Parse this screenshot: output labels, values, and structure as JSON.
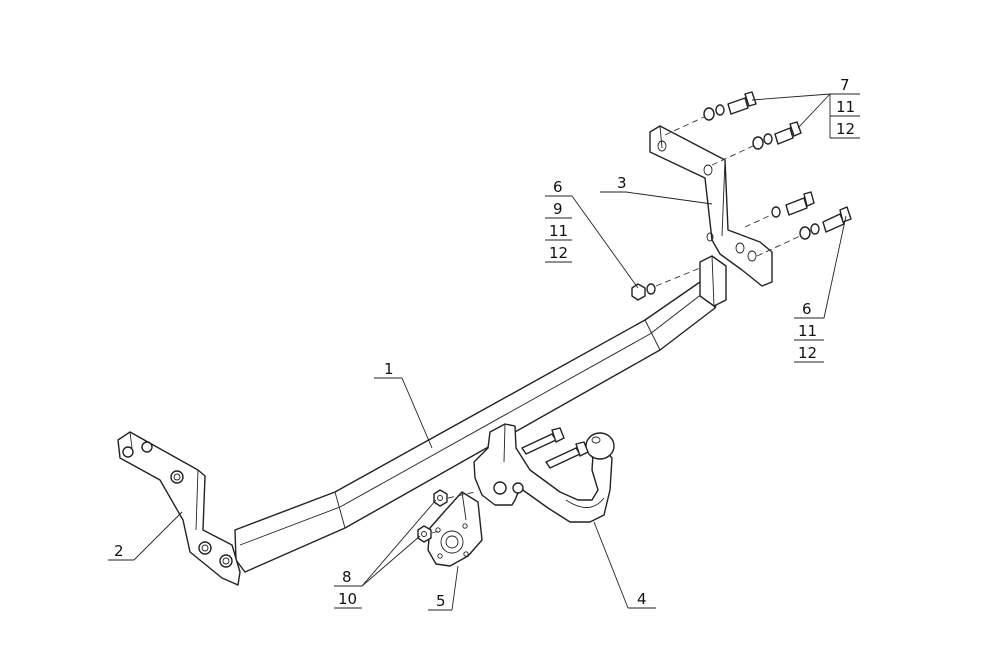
{
  "callouts": {
    "c1": "1",
    "c2": "2",
    "c3": "3",
    "c4": "4",
    "c5": "5",
    "c6a": [
      "6",
      "9",
      "11",
      "12"
    ],
    "c6b": [
      "6",
      "11",
      "12"
    ],
    "c7": [
      "7",
      "11",
      "12"
    ],
    "c8": [
      "8",
      "10"
    ]
  },
  "colors": {
    "line": "#222222",
    "background": "#ffffff"
  }
}
